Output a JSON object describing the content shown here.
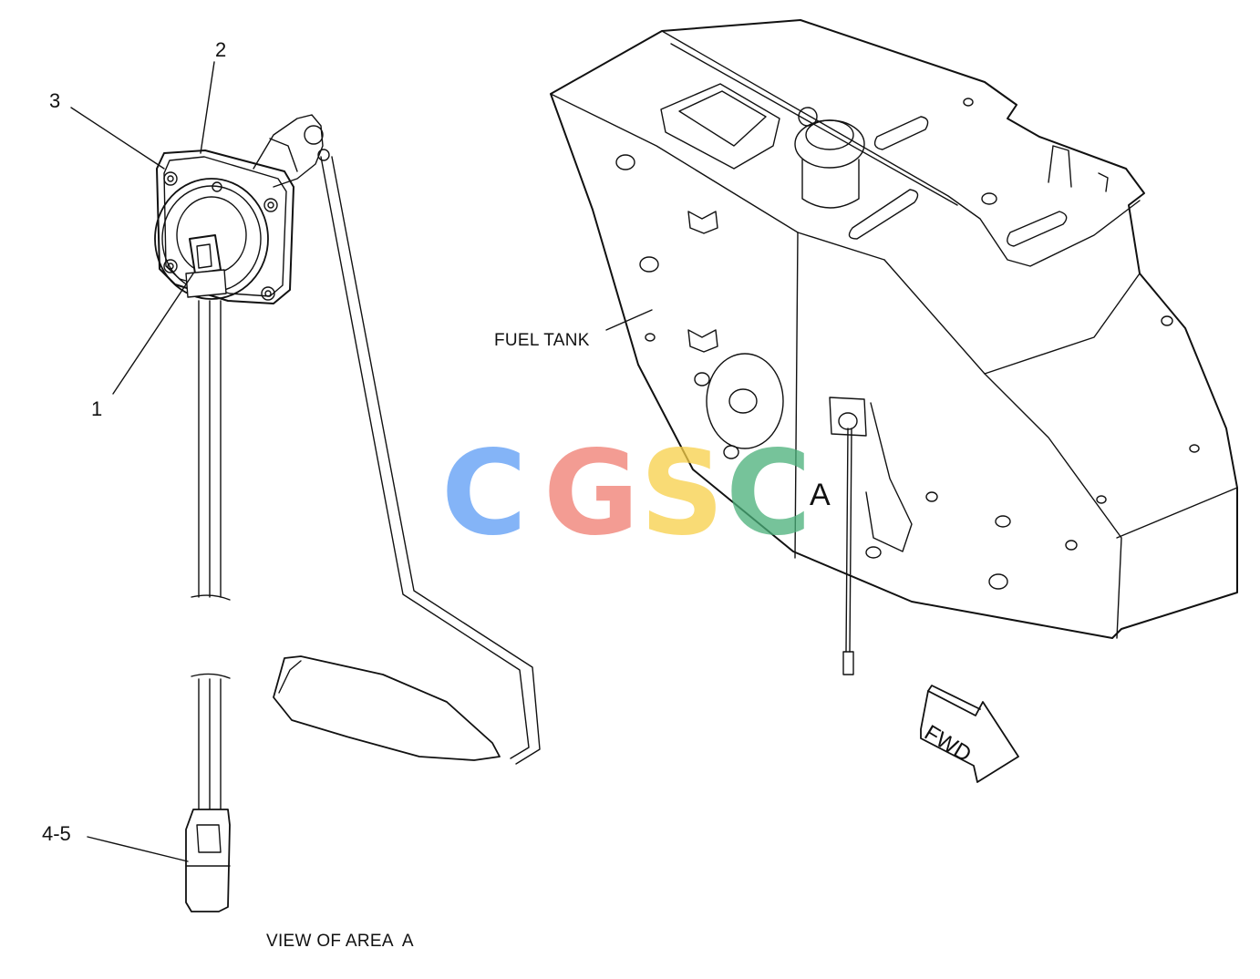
{
  "callouts": [
    "1",
    "2",
    "3",
    "4-5"
  ],
  "labels": {
    "fuel_tank": "FUEL TANK",
    "view_of_area": "VIEW OF AREA  A",
    "area_marker": "A",
    "fwd": "FWD"
  },
  "watermark": {
    "letters": [
      "C",
      "G",
      "S",
      "C"
    ],
    "colors": [
      "#5b9cf5",
      "#f07b70",
      "#f8cf47",
      "#49b079"
    ]
  },
  "line_color": "#111111"
}
